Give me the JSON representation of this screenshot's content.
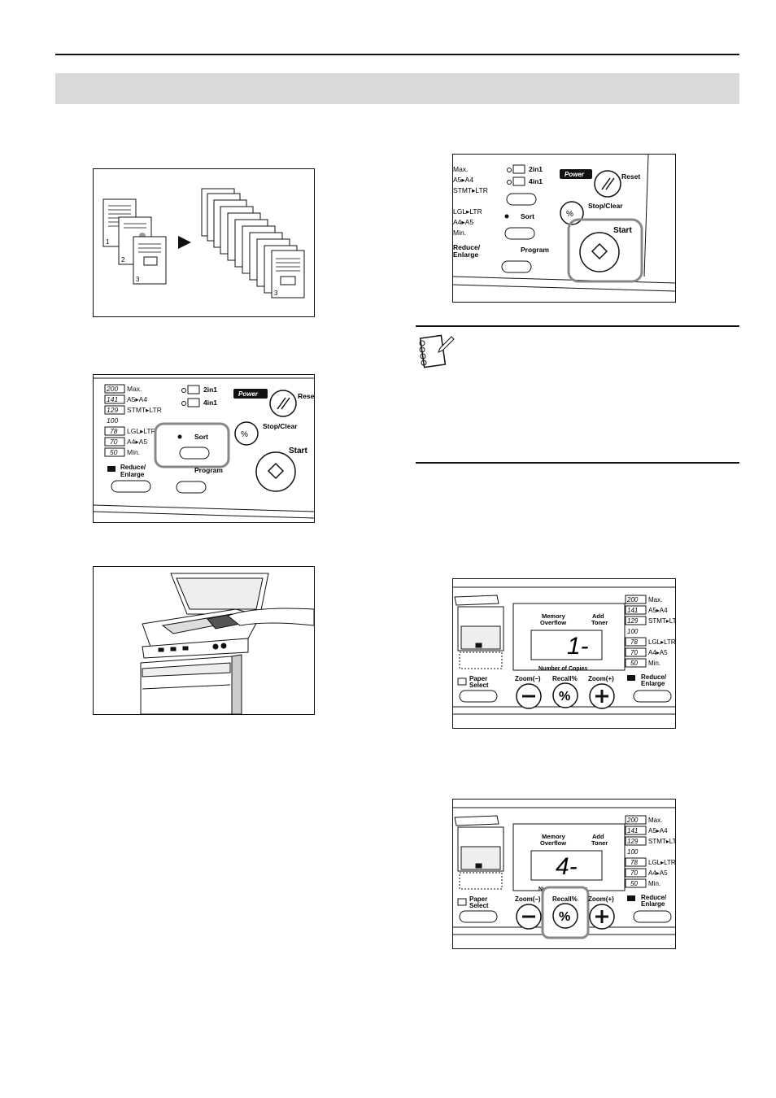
{
  "panel": {
    "ratios": [
      {
        "pct": "200",
        "label": "Max."
      },
      {
        "pct": "141",
        "label": "A5▸A4"
      },
      {
        "pct": "129",
        "label": "STMT▸LTR"
      },
      {
        "pct": "100",
        "label": ""
      },
      {
        "pct": "78",
        "label": "LGL▸LTR"
      },
      {
        "pct": "70",
        "label": "A4▸A5"
      },
      {
        "pct": "50",
        "label": "Min."
      }
    ],
    "pct_sign": "%",
    "combine_2in1": "2in1",
    "combine_4in1": "4in1",
    "sort": "Sort",
    "program": "Program",
    "reduce_enlarge": [
      "Reduce/",
      "Enlarge"
    ],
    "power": "Power",
    "reset": "Reset",
    "stop_clear": "Stop/Clear",
    "start": "Start",
    "paper_select": [
      "Paper",
      "Select"
    ],
    "zoom_minus": "Zoom(–)",
    "zoom_plus": "Zoom(+)",
    "recall": "Recall%",
    "memory_overflow": [
      "Memory",
      "Overflow"
    ],
    "add_toner": [
      "Add",
      "Toner"
    ],
    "number_of_copies": "Number of Copies"
  },
  "figure1": {
    "page_numbers": [
      "1",
      "2",
      "3"
    ]
  },
  "display": {
    "copies_1": "1-",
    "copies_4": "4-"
  }
}
